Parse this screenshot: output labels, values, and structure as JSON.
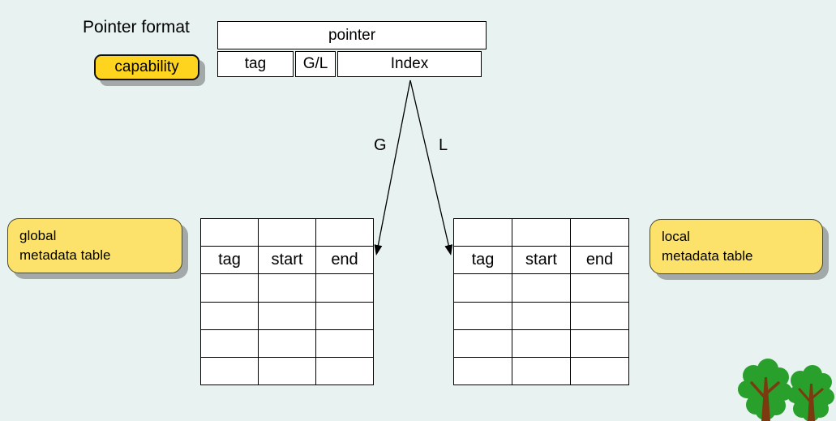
{
  "page": {
    "background_color": "#e8f2f1"
  },
  "header": {
    "title": "Pointer format"
  },
  "capability": {
    "label": "capability",
    "fill_color": "#ffd41f"
  },
  "pointer_box": {
    "top_label": "pointer",
    "fields": [
      {
        "label": "tag"
      },
      {
        "label": "G/L"
      },
      {
        "label": "Index"
      }
    ]
  },
  "branches": {
    "global_arrow_label": "G",
    "local_arrow_label": "L"
  },
  "global_table": {
    "callout_line1": "global",
    "callout_line2": "metadata table",
    "headers": [
      "tag",
      "start",
      "end"
    ],
    "row_count": 6,
    "header_row_index": 1
  },
  "local_table": {
    "callout_line1": "local",
    "callout_line2": "metadata table",
    "headers": [
      "tag",
      "start",
      "end"
    ],
    "row_count": 6,
    "header_row_index": 1
  },
  "colors": {
    "callout_fill": "#fce26a",
    "cell_fill": "#ffffff",
    "line_color": "#000000",
    "tree_canopy": "#2aa02c",
    "tree_trunk": "#7b3a10"
  }
}
